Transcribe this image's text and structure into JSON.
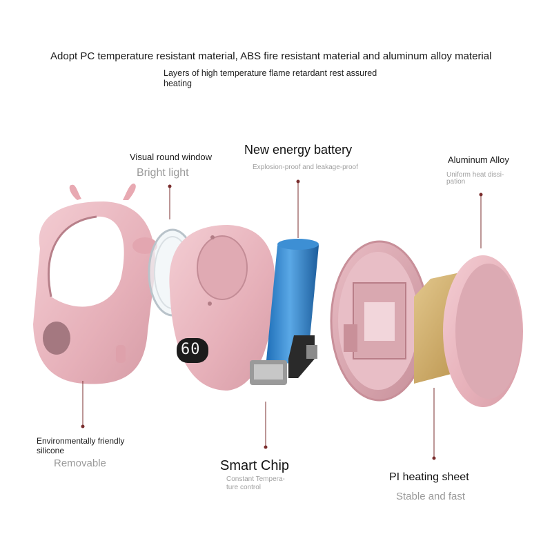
{
  "header": {
    "title": "Adopt PC temperature resistant material, ABS fire resistant material and aluminum alloy material",
    "subtitle": "Layers of high temperature flame retardant rest assured heating"
  },
  "callouts": {
    "window": {
      "label": "Visual round window",
      "sub": "Bright light"
    },
    "battery": {
      "label": "New energy battery",
      "sub": "Explosion-proof and leakage-proof"
    },
    "alloy": {
      "label": "Aluminum Alloy",
      "sub": "Uniform heat dissi-pation"
    },
    "silicone": {
      "label": "Environmentally friendly silicone",
      "sub": "Removable"
    },
    "chip": {
      "label": "Smart Chip",
      "sub": "Constant Tempera-ture control"
    },
    "sheet": {
      "label": "PI heating sheet",
      "sub": "Stable and fast"
    }
  },
  "display": {
    "reading": "60"
  },
  "colors": {
    "pink": "#e8b4bc",
    "pink_dark": "#c98e98",
    "battery_blue": "#2f80c8",
    "gold": "#c9a35a",
    "leader": "#7a2d2d"
  }
}
